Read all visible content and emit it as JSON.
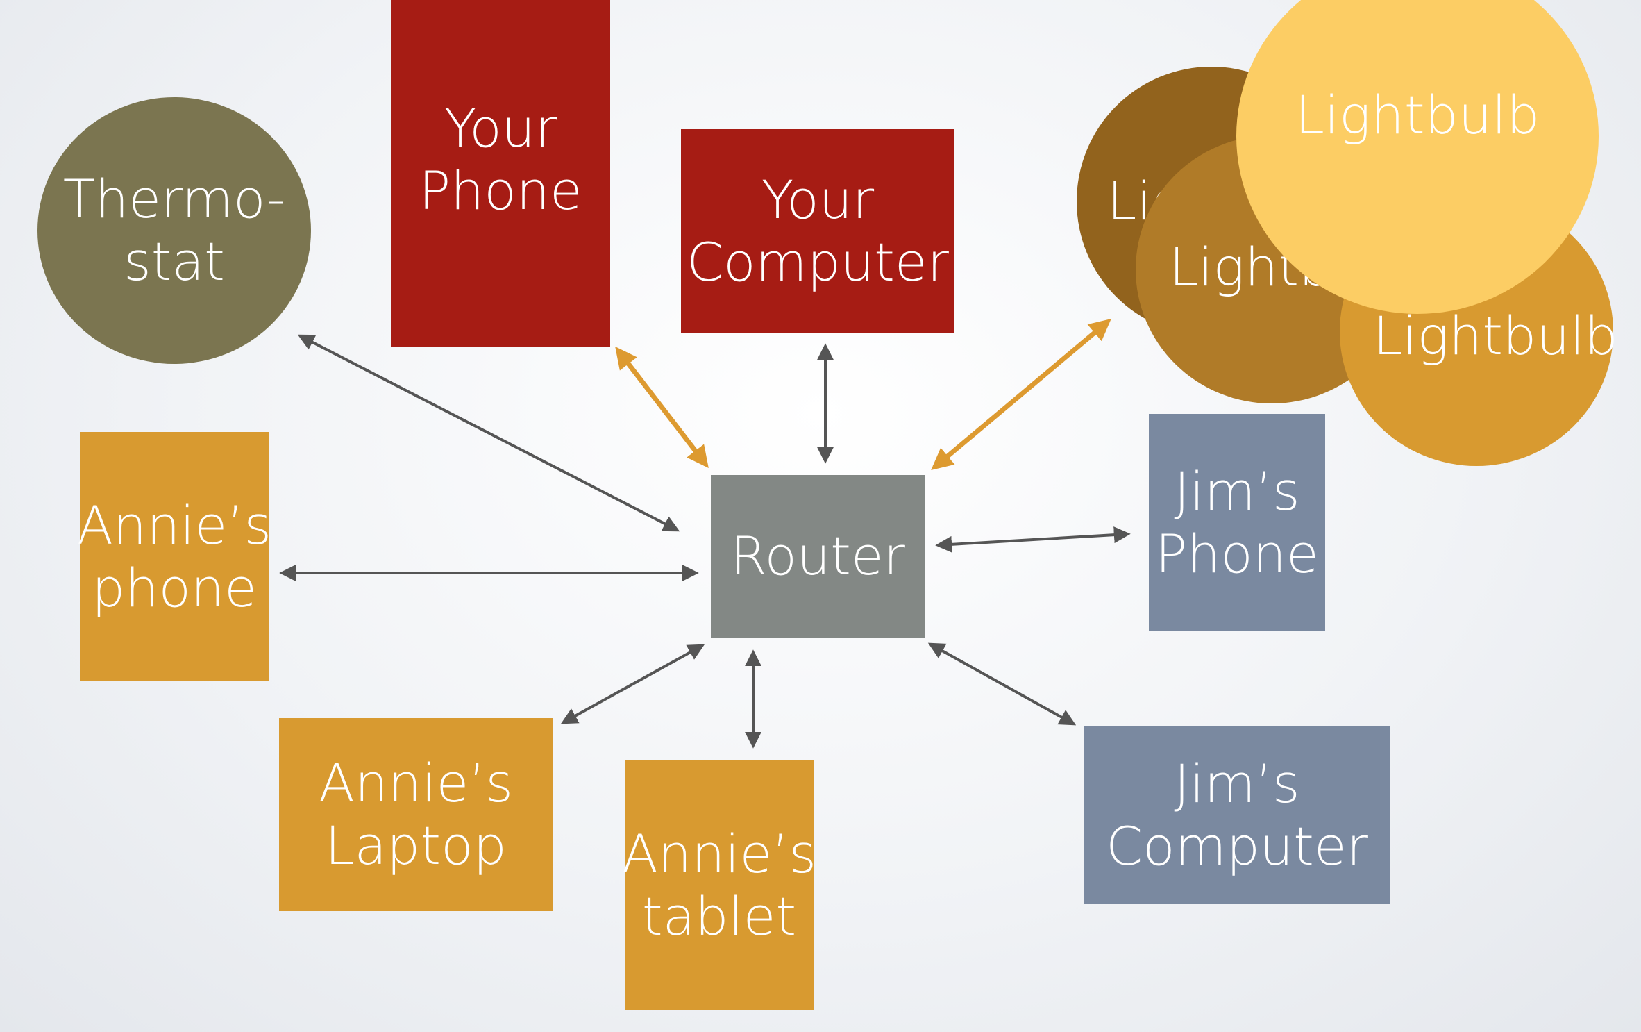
{
  "colors": {
    "red": "#a61c14",
    "orange": "#d89a30",
    "gray": "#838885",
    "slate": "#7a89a0",
    "olive": "#7b7550",
    "bulb_dark": "#92631d",
    "bulb_mid": "#b07b28",
    "bulb_light": "#fccd64",
    "arrow_gray": "#555555",
    "arrow_orange": "#dd9a30"
  },
  "nodes": {
    "your_phone": "Your\nPhone",
    "your_computer": "Your\nComputer",
    "thermostat": "Thermo-\nstat",
    "annies_phone": "Annie’s\nphone",
    "router": "Router",
    "jims_phone": "Jim’s\nPhone",
    "annies_laptop": "Annie’s\nLaptop",
    "annies_tablet": "Annie’s\ntablet",
    "jims_computer": "Jim’s\nComputer",
    "lightbulb_back": "Lightbulb",
    "lightbulb_middle": "Lightbulb",
    "lightbulb_right": "Lightbulb",
    "lightbulb_front": "Lightbulb"
  }
}
